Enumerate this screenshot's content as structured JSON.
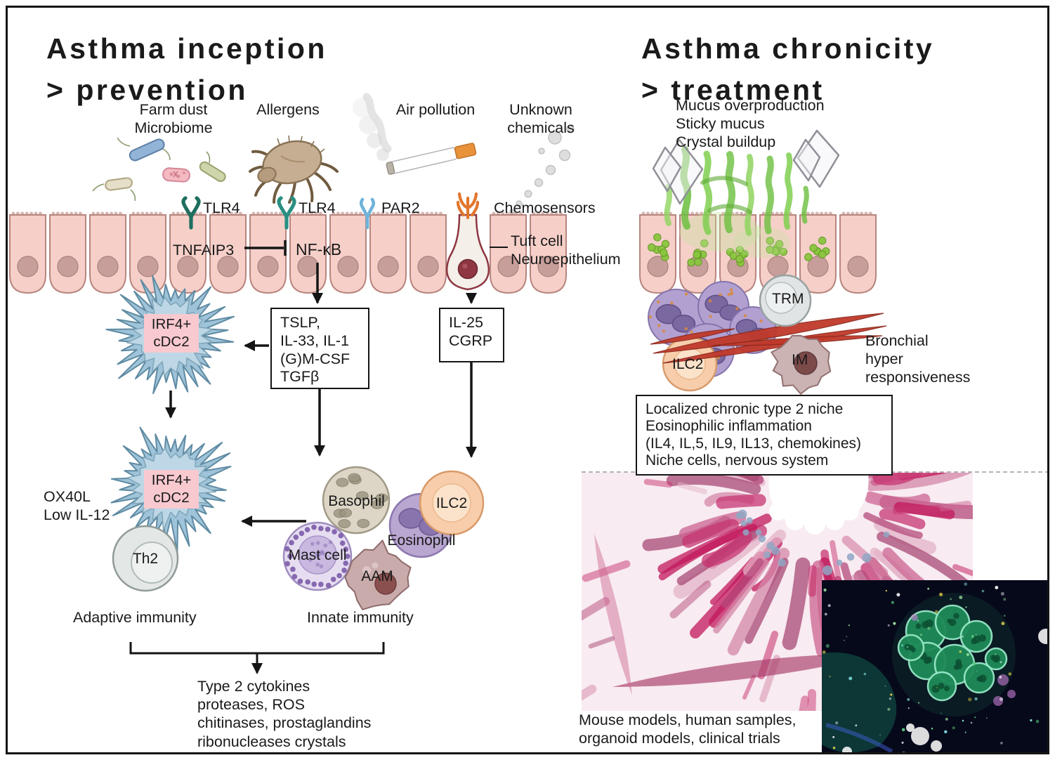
{
  "colors": {
    "ink": "#1a1a1a",
    "epithelium": "#f5cfc8",
    "epithelium_stroke": "#b8857f",
    "nucleus": "#c79e99",
    "dendritic_fill": "#9fc3d8",
    "dendritic_stroke": "#5f8ba3",
    "label_pink": "#f8c9cf",
    "ilc2_fill": "#f7cdab",
    "ilc2_stroke": "#d89a6a",
    "purple_fill": "#b2a0d0",
    "purple_stroke": "#8574ad",
    "muscle_red": "#c0392b",
    "mucus_green": "#6cbf3f",
    "granule_green": "#8bc53f",
    "tlr4_green": "#1f6f5f",
    "tlr4_teal": "#2a8f82",
    "par2_blue": "#6fb3d9",
    "chemosensor_orange": "#e2762d",
    "histology_magenta": "#c73572",
    "fluo_green": "#2fbf7f"
  },
  "left": {
    "title": "Asthma inception\n> prevention",
    "triggers": {
      "farm_dust": "Farm dust\nMicrobiome",
      "allergens": "Allergens",
      "air_pollution": "Air pollution",
      "unknown_chemicals": "Unknown\nchemicals"
    },
    "receptors": {
      "tlr4_a": "TLR4",
      "tlr4_b": "TLR4",
      "par2": "PAR2",
      "chemosensors": "Chemosensors"
    },
    "epithelium": {
      "tnfaip3": "TNFAIP3",
      "nfkb": "NF-κB",
      "tuft": "Tuft cell\nNeuroepithelium"
    },
    "boxes": {
      "alarmins": "TSLP,\nIL-33, IL-1\n(G)M-CSF\nTGFβ",
      "tuft_mediators": "IL-25\nCGRP"
    },
    "cells": {
      "cdc2_upper": "IRF4+\ncDC2",
      "cdc2_lower": "IRF4+\ncDC2",
      "th2": "Th2",
      "basophil": "Basophil",
      "eosinophil": "Eosinophil",
      "mast_cell": "Mast cell",
      "aam": "AAM",
      "ilc2": "ILC2"
    },
    "notes": {
      "ox40l": "OX40L\nLow IL-12",
      "adaptive": "Adaptive immunity",
      "innate": "Innate immunity",
      "outcome": "Type 2 cytokines\nproteases, ROS\nchitinases, prostaglandins\nribonucleases crystals"
    }
  },
  "right": {
    "title": "Asthma chronicity\n> treatment",
    "mucus_note": "Mucus overproduction\nSticky mucus\nCrystal buildup",
    "cells": {
      "trm": "TRM",
      "ilc2": "ILC2",
      "im": "IM"
    },
    "bronchial_note": "Bronchial\nhyper\nresponsiveness",
    "niche_box": "Localized chronic type 2 niche\nEosinophilic inflammation\n(IL4, IL,5, IL9, IL13, chemokines)\nNiche cells, nervous system",
    "models_note": "Mouse models, human samples,\norganoid models, clinical trials"
  },
  "icons": {
    "bacteria-icon": "capsule-rod shapes",
    "dust-mite-icon": "mite with legs",
    "cigarette-icon": "cigarette with smoke trail",
    "chemical-dots-icon": "fading grey dots",
    "crystal-icon": "diamond outline",
    "tlr4-receptor-icon": "Y-shape",
    "par2-receptor-icon": "Y-shape",
    "chemosensor-receptor-icon": "orange antenna"
  }
}
